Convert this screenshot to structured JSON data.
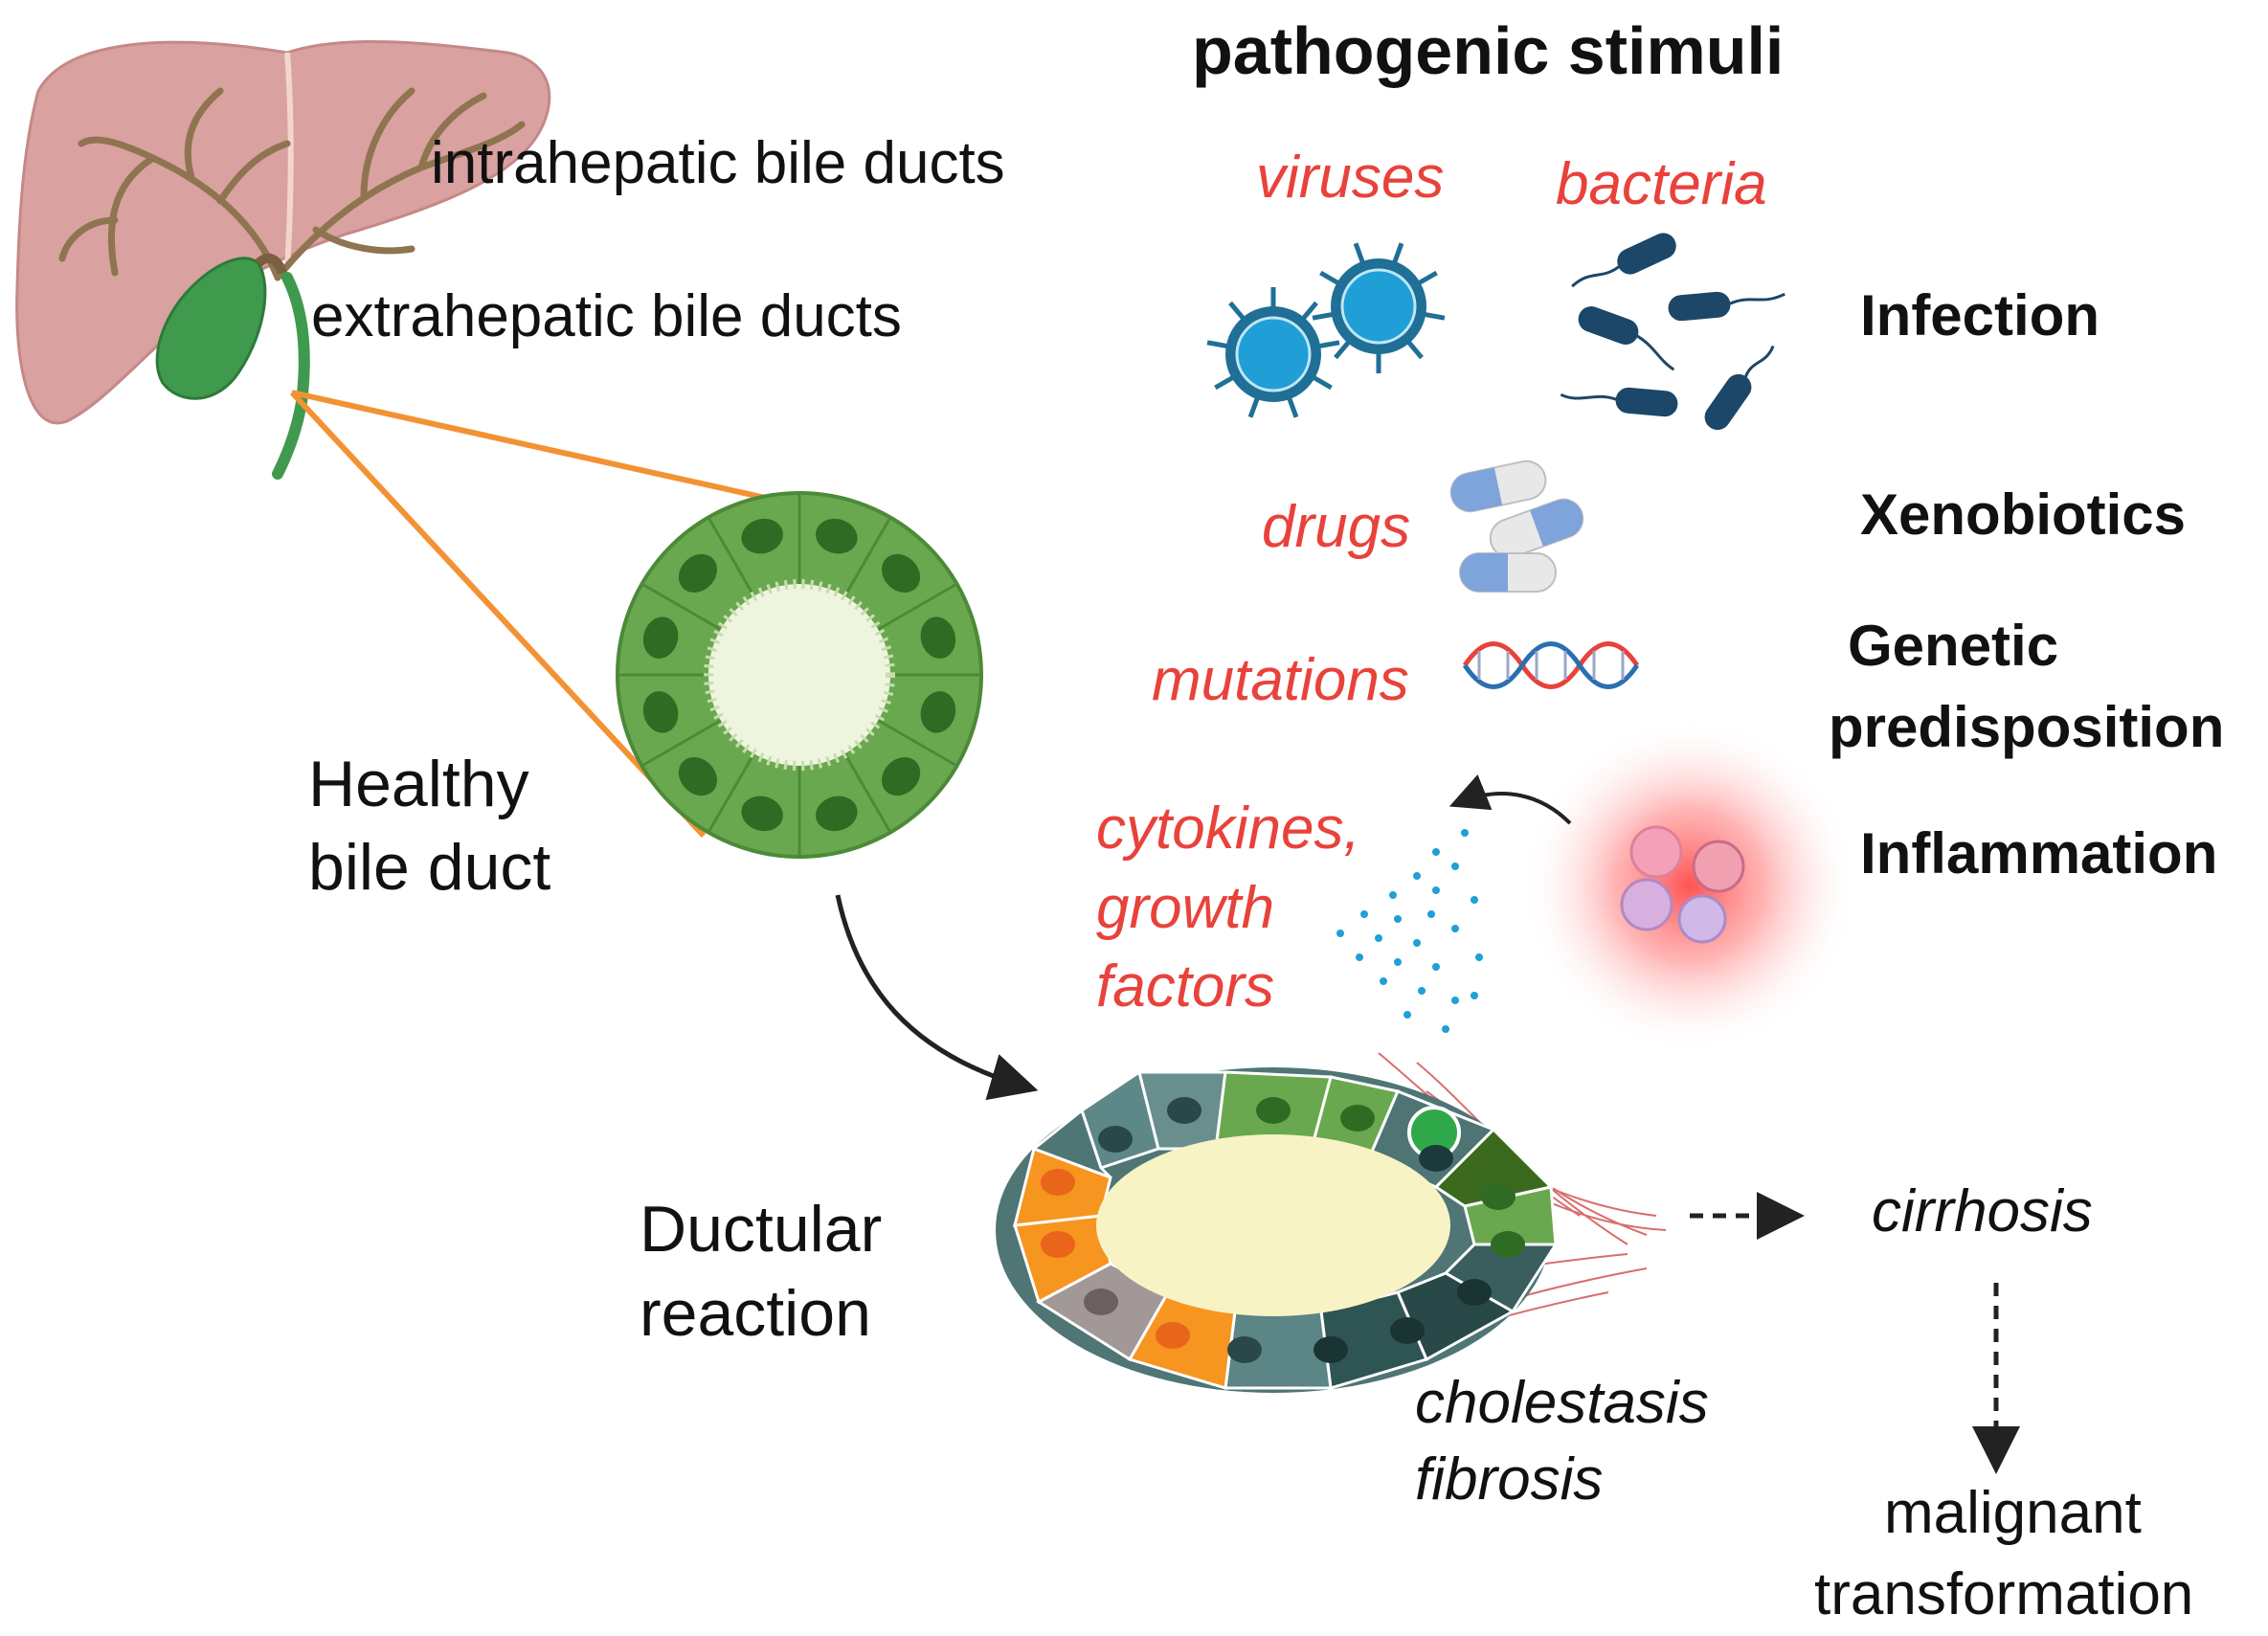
{
  "colors": {
    "stimulus_text": "#e8423b",
    "connector_line": "#f39234",
    "healthy_cell": "#6aa84f",
    "liver": "#d9a1a0",
    "gallbladder": "#3f9a4e",
    "virus": "#1f8fc0",
    "bacteria": "#1c4768"
  },
  "liver_panel": {
    "intrahepatic_label": "intrahepatic bile ducts",
    "extrahepatic_label": "extrahepatic bile ducts"
  },
  "healthy": {
    "label_line1": "Healthy",
    "label_line2": "bile duct"
  },
  "stimuli": {
    "heading": "pathogenic stimuli",
    "viruses": "viruses",
    "bacteria": "bacteria",
    "drugs": "drugs",
    "mutations": "mutations",
    "cytokines_line1": "cytokines,",
    "cytokines_line2": "growth",
    "cytokines_line3": "factors"
  },
  "categories": {
    "infection": "Infection",
    "xenobiotics": "Xenobiotics",
    "genetic_line1": "Genetic",
    "genetic_line2": "predisposition",
    "inflammation": "Inflammation"
  },
  "ductular": {
    "label_line1": "Ductular",
    "label_line2": "reaction",
    "outcome_line1": "cholestasis",
    "outcome_line2": "fibrosis"
  },
  "progression": {
    "cirrhosis": "cirrhosis",
    "malignant_line1": "malignant",
    "malignant_line2": "transformation"
  }
}
